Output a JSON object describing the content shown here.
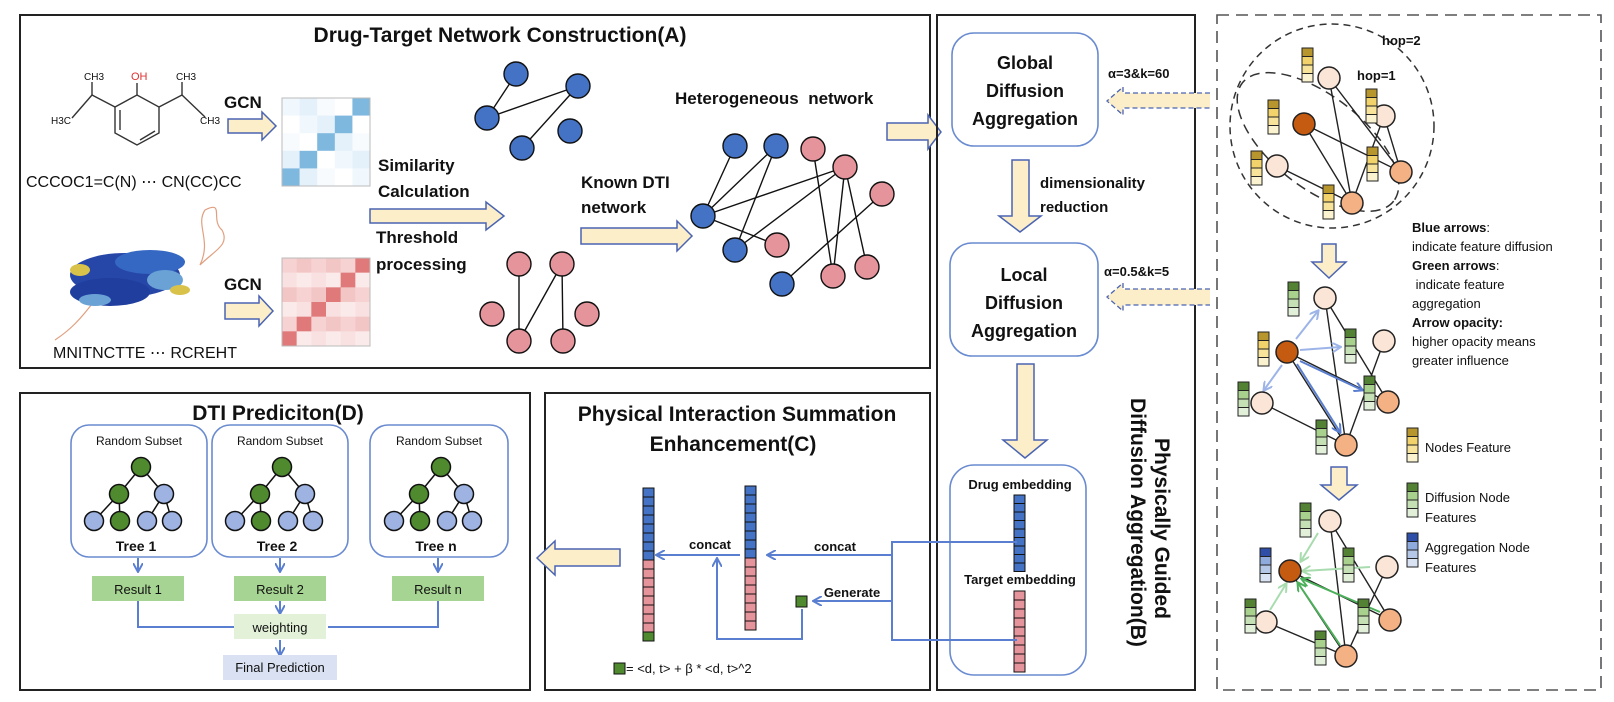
{
  "panels": {
    "A": {
      "title": "Drug-Target Network Construction(A)",
      "drug_smiles": "CCCOC1=C(N) ⋯ CN(CC)CC",
      "protein_seq": "MNITNCTTE ⋯ RCREHT",
      "gcn_label": "GCN",
      "molecule_labels": {
        "ch3_left": "CH3",
        "ch3_right": "CH3",
        "h3c": "H3C",
        "ch3_r2": "CH3",
        "oh": "OH"
      },
      "similarity_label_1": "Similarity",
      "similarity_label_2": "Calculation",
      "threshold_label_1": "Threshold",
      "threshold_label_2": "processing",
      "known_dti_1": "Known DTI",
      "known_dti_2": "network",
      "hetero_label": "Heterogeneous  network"
    },
    "B": {
      "title_1": "Physically Guided",
      "title_2": "Diffusion Aggregation(B)",
      "global_box": [
        "Global",
        "Diffusion",
        "Aggregation"
      ],
      "local_box": [
        "Local",
        "Diffusion",
        "Aggregation"
      ],
      "dim_reduction_1": "dimensionality",
      "dim_reduction_2": "reduction",
      "global_params": "α=3&k=60",
      "local_params": "α=0.5&k=5",
      "drug_embedding": "Drug embedding",
      "target_embedding": "Target embedding"
    },
    "C": {
      "title_1": "Physical Interaction Summation",
      "title_2": "Enhancement(C)",
      "concat_1": "concat",
      "concat_2": "concat",
      "generate": "Generate",
      "formula": "= <d, t> + β * <d, t>^2"
    },
    "D": {
      "title": "DTI Prediciton(D)",
      "subset_label": "Random Subset",
      "trees": [
        "Tree 1",
        "Tree 2",
        "Tree n"
      ],
      "results": [
        "Result 1",
        "Result 2",
        "Result n"
      ],
      "weighting": "weighting",
      "final": "Final Prediction"
    },
    "legend": {
      "hop2": "hop=2",
      "hop1": "hop=1",
      "blue_title": "Blue arrows",
      "blue_desc": "indicate feature diffusion",
      "green_title": "Green arrows",
      "green_desc_1": " indicate feature",
      "green_desc_2": "aggregation",
      "opacity_title": "Arrow opacity:",
      "opacity_desc_1": "higher opacity means",
      "opacity_desc_2": "greater influence",
      "nodes_feature": "Nodes Feature",
      "diffusion_1": "Diffusion Node",
      "diffusion_2": "Features",
      "aggregation_1": "Aggregation Node",
      "aggregation_2": "Features"
    }
  },
  "colors": {
    "drug_blue": "#4472c4",
    "target_pink": "#e6949c",
    "arrow_fill": "#fbeec9",
    "frame_blue": "#6a8bd0",
    "tree_green": "#4f8a2f",
    "tree_blue": "#9fb3e3",
    "result_green": "#a6d492",
    "weighting_green": "#e2f1d8",
    "final_blue": "#d9e1f2"
  }
}
